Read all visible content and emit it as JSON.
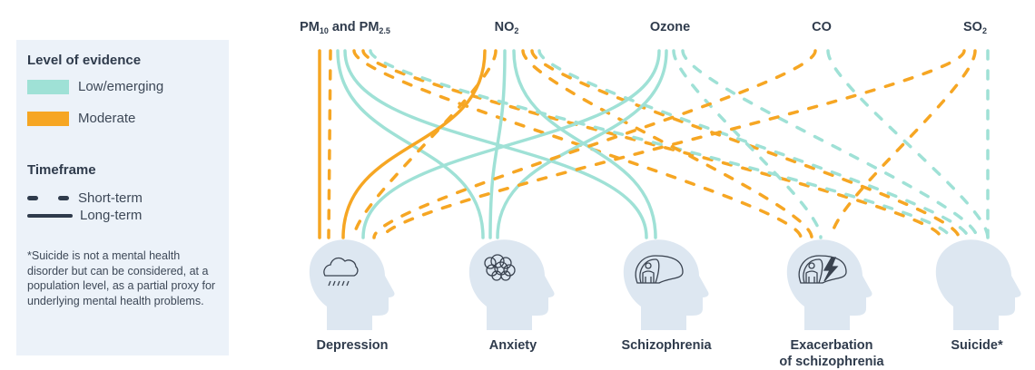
{
  "legend": {
    "evidence_title": "Level of evidence",
    "evidence_items": [
      {
        "label": "Low/emerging",
        "color": "#9fe1d6"
      },
      {
        "label": "Moderate",
        "color": "#f6a623"
      }
    ],
    "timeframe_title": "Timeframe",
    "timeframe_items": [
      {
        "label": "Short-term",
        "style": "dashed"
      },
      {
        "label": "Long-term",
        "style": "solid"
      }
    ],
    "note": "*Suicide is not a mental health disorder but can be considered, at a population level, as a partial proxy for underlying mental health problems."
  },
  "colors": {
    "low": "#9fe1d6",
    "moderate": "#f6a623",
    "head": "#dde7f1",
    "icon": "#3a4350",
    "text": "#2f3b4c"
  },
  "pollutants": [
    {
      "id": "pm",
      "label": "PM",
      "sub1": "10",
      "mid": " and PM",
      "sub2": "2.5"
    },
    {
      "id": "no2",
      "label": "NO",
      "sub1": "2"
    },
    {
      "id": "ozone",
      "label": "Ozone"
    },
    {
      "id": "co",
      "label": "CO"
    },
    {
      "id": "so2",
      "label": "SO",
      "sub1": "2"
    }
  ],
  "outcomes": [
    {
      "id": "depression",
      "label": "Depression",
      "icon": "rain-cloud-icon"
    },
    {
      "id": "anxiety",
      "label": "Anxiety",
      "icon": "tangled-scribble-icon"
    },
    {
      "id": "schizophrenia",
      "label": "Schizophrenia",
      "icon": "person-in-brain-icon"
    },
    {
      "id": "exacerbation",
      "label": "Exacerbation",
      "label2": "of schizophrenia",
      "icon": "person-lightning-brain-icon"
    },
    {
      "id": "suicide",
      "label": "Suicide*",
      "icon": "none"
    }
  ],
  "links": [
    {
      "from": "pm",
      "to": "depression",
      "evidence": "moderate",
      "timeframe": "long"
    },
    {
      "from": "pm",
      "to": "depression",
      "evidence": "moderate",
      "timeframe": "short"
    },
    {
      "from": "pm",
      "to": "anxiety",
      "evidence": "low",
      "timeframe": "long"
    },
    {
      "from": "pm",
      "to": "schizophrenia",
      "evidence": "low",
      "timeframe": "long"
    },
    {
      "from": "pm",
      "to": "exacerbation",
      "evidence": "moderate",
      "timeframe": "short"
    },
    {
      "from": "pm",
      "to": "suicide",
      "evidence": "moderate",
      "timeframe": "short"
    },
    {
      "from": "pm",
      "to": "suicide",
      "evidence": "low",
      "timeframe": "short"
    },
    {
      "from": "no2",
      "to": "depression",
      "evidence": "moderate",
      "timeframe": "long"
    },
    {
      "from": "no2",
      "to": "depression",
      "evidence": "moderate",
      "timeframe": "short"
    },
    {
      "from": "no2",
      "to": "anxiety",
      "evidence": "low",
      "timeframe": "long"
    },
    {
      "from": "no2",
      "to": "schizophrenia",
      "evidence": "low",
      "timeframe": "long"
    },
    {
      "from": "no2",
      "to": "exacerbation",
      "evidence": "moderate",
      "timeframe": "short"
    },
    {
      "from": "no2",
      "to": "suicide",
      "evidence": "moderate",
      "timeframe": "short"
    },
    {
      "from": "no2",
      "to": "suicide",
      "evidence": "low",
      "timeframe": "short"
    },
    {
      "from": "ozone",
      "to": "depression",
      "evidence": "low",
      "timeframe": "long"
    },
    {
      "from": "ozone",
      "to": "anxiety",
      "evidence": "low",
      "timeframe": "long"
    },
    {
      "from": "ozone",
      "to": "exacerbation",
      "evidence": "low",
      "timeframe": "short"
    },
    {
      "from": "ozone",
      "to": "suicide",
      "evidence": "low",
      "timeframe": "short"
    },
    {
      "from": "co",
      "to": "depression",
      "evidence": "moderate",
      "timeframe": "short"
    },
    {
      "from": "co",
      "to": "suicide",
      "evidence": "low",
      "timeframe": "short"
    },
    {
      "from": "so2",
      "to": "depression",
      "evidence": "moderate",
      "timeframe": "short"
    },
    {
      "from": "so2",
      "to": "exacerbation",
      "evidence": "moderate",
      "timeframe": "short"
    },
    {
      "from": "so2",
      "to": "suicide",
      "evidence": "low",
      "timeframe": "short"
    }
  ]
}
